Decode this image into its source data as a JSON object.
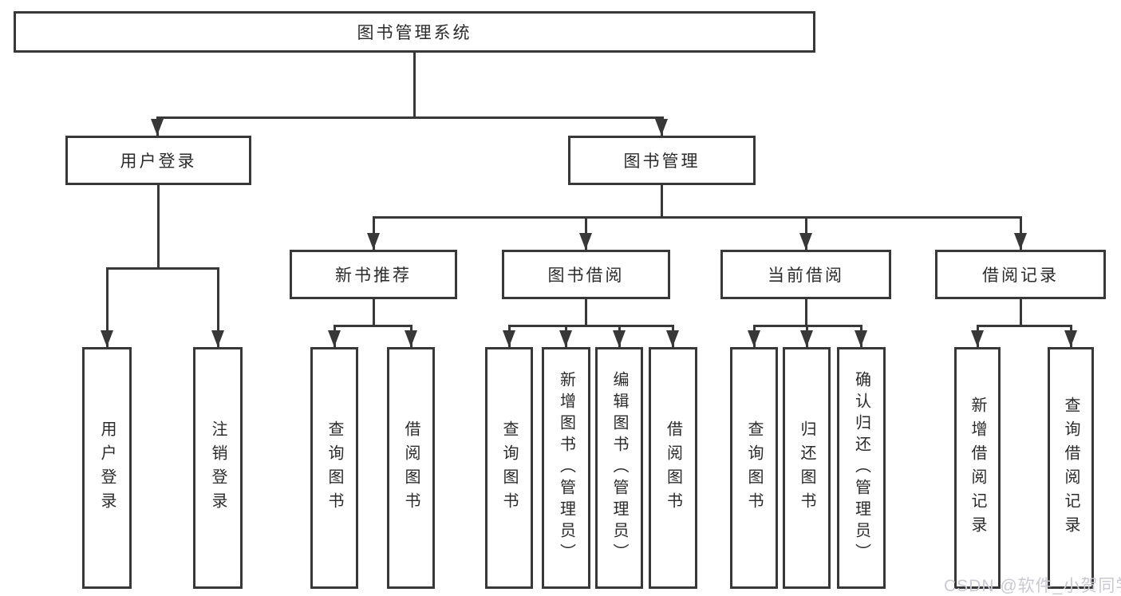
{
  "diagram_title": "图书管理系统",
  "nodes": {
    "root": {
      "label": "图书管理系统"
    },
    "user_login": {
      "label": "用户登录"
    },
    "book_mgmt": {
      "label": "图书管理"
    },
    "new_book_rec": {
      "label": "新书推荐"
    },
    "book_borrow": {
      "label": "图书借阅"
    },
    "current_borrow": {
      "label": "当前借阅"
    },
    "borrow_record": {
      "label": "借阅记录"
    },
    "leaf_user_login": {
      "label": "用户登录"
    },
    "leaf_logout": {
      "label": "注销登录"
    },
    "leaf_query_book_1": {
      "label": "查询图书"
    },
    "leaf_borrow_book_1": {
      "label": "借阅图书"
    },
    "leaf_query_book_2": {
      "label": "查询图书"
    },
    "leaf_add_book": {
      "label": "新增图书（管理员）"
    },
    "leaf_edit_book": {
      "label": "编辑图书（管理员）"
    },
    "leaf_borrow_book_2": {
      "label": "借阅图书"
    },
    "leaf_query_book_3": {
      "label": "查询图书"
    },
    "leaf_return_book": {
      "label": "归还图书"
    },
    "leaf_confirm_return": {
      "label": "确认归还（管理员）"
    },
    "leaf_add_record": {
      "label": "新增借阅记录"
    },
    "leaf_query_record": {
      "label": "查询借阅记录"
    }
  },
  "watermark": {
    "text": "CSDN @软件_小贺同学"
  },
  "colors": {
    "line": "#383838",
    "text": "#2b2b2b",
    "background": "#ffffff",
    "watermark_text": "#c9c9d2"
  }
}
